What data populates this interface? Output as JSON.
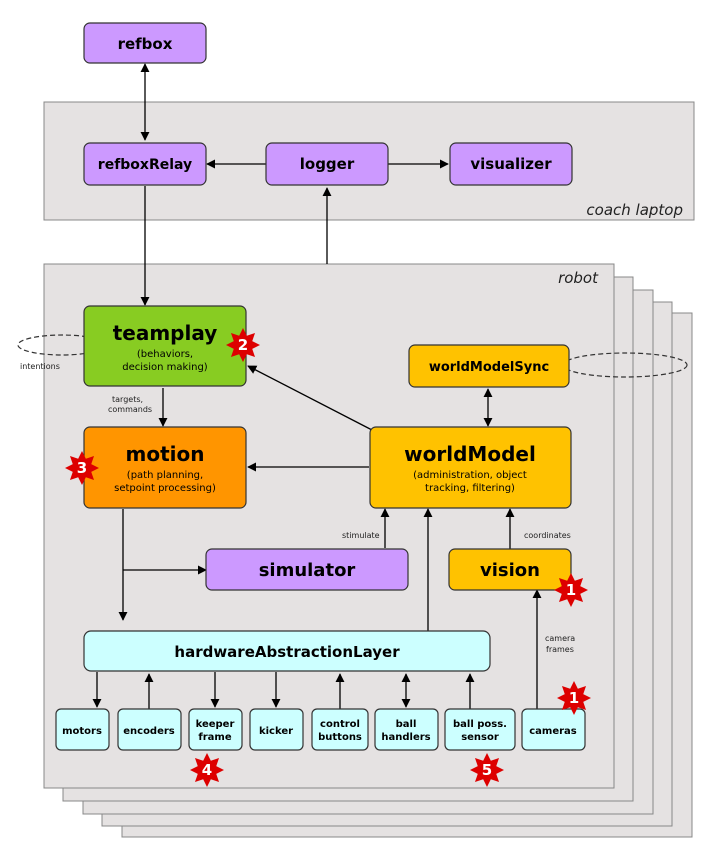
{
  "regions": {
    "coach_laptop": "coach laptop",
    "robot": "robot"
  },
  "nodes": {
    "refbox": {
      "title": "refbox",
      "color": "#cc99ff"
    },
    "refboxRelay": {
      "title": "refboxRelay",
      "color": "#cc99ff"
    },
    "logger": {
      "title": "logger",
      "color": "#cc99ff"
    },
    "visualizer": {
      "title": "visualizer",
      "color": "#cc99ff"
    },
    "teamplay": {
      "title": "teamplay",
      "sub1": "(behaviors,",
      "sub2": "decision making)",
      "color": "#88cc22"
    },
    "worldModelSync": {
      "title": "worldModelSync",
      "color": "#ffc200"
    },
    "motion": {
      "title": "motion",
      "sub1": "(path planning,",
      "sub2": "setpoint processing)",
      "color": "#ff9500"
    },
    "worldModel": {
      "title": "worldModel",
      "sub1": "(administration, object",
      "sub2": "tracking, filtering)",
      "color": "#ffc200"
    },
    "simulator": {
      "title": "simulator",
      "color": "#cc99ff"
    },
    "vision": {
      "title": "vision",
      "color": "#ffc200"
    },
    "hal": {
      "title": "hardwareAbstractionLayer",
      "color": "#ccffff"
    },
    "motors": {
      "title": "motors"
    },
    "encoders": {
      "title": "encoders"
    },
    "keeper": {
      "line1": "keeper",
      "line2": "frame"
    },
    "kicker": {
      "title": "kicker"
    },
    "control": {
      "line1": "control",
      "line2": "buttons"
    },
    "handlers": {
      "line1": "ball",
      "line2": "handlers"
    },
    "possession": {
      "line1": "ball poss.",
      "line2": "sensor"
    },
    "cameras": {
      "title": "cameras"
    }
  },
  "edge_labels": {
    "intentions": "intentions",
    "targets": "targets,",
    "commands": "commands",
    "stimulate": "stimulate",
    "coordinates": "coordinates",
    "camera": "camera",
    "frames": "frames"
  },
  "badges": {
    "teamplay": "2",
    "motion": "3",
    "vision": "1",
    "cameras": "1",
    "keeper": "4",
    "possession": "5"
  },
  "colors": {
    "region_fill": "#e5e2e2",
    "hardware_fill": "#ccffff",
    "badge_red": "#dd0000"
  }
}
